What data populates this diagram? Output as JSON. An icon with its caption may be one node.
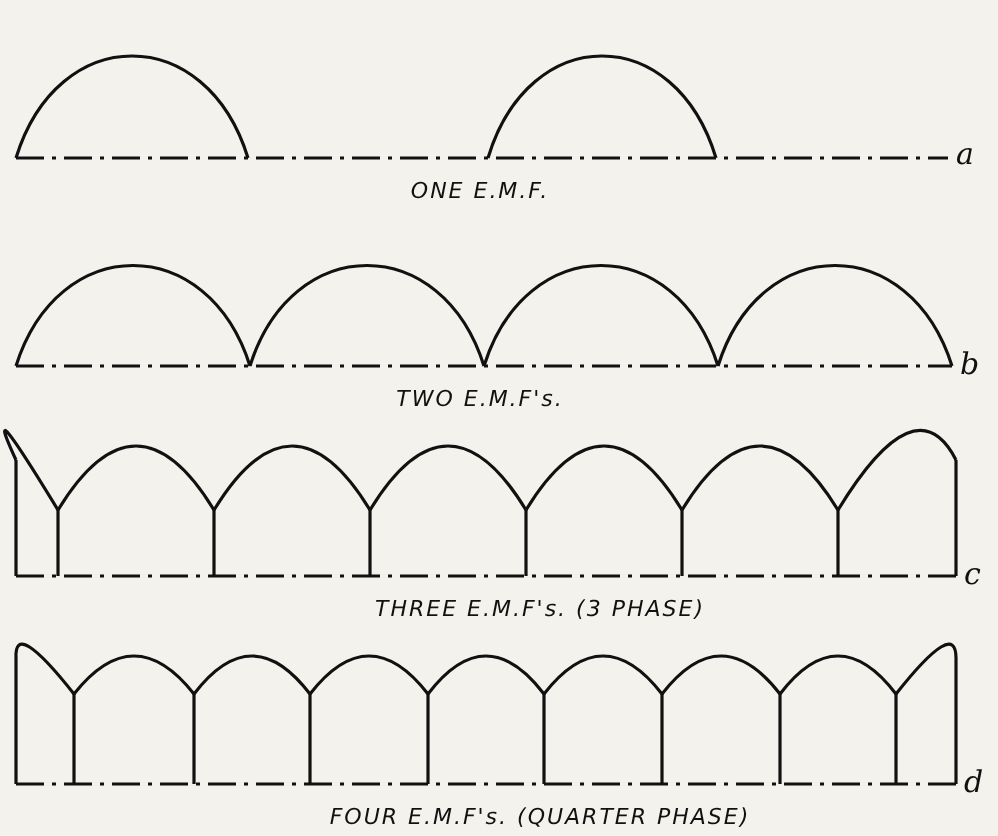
{
  "diagram": {
    "labels": [
      "a",
      "ONE E.M.F.",
      "b",
      "TWO E.M.F's.",
      "c",
      "THREE E.M.F's. (3 PHASE)",
      "d",
      "FOUR E.M.F's. (QUARTER PHASE)"
    ]
  }
}
